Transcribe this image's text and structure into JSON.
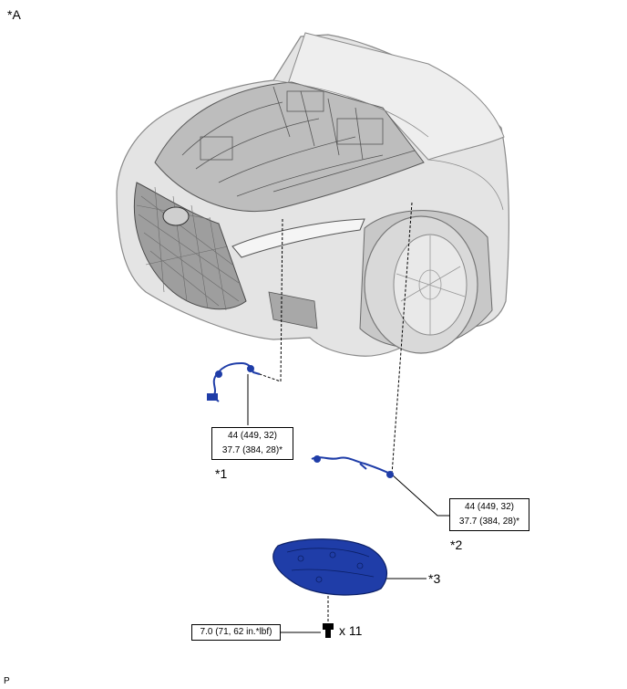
{
  "view_label": "*A",
  "callouts": {
    "c1": "*1",
    "c2": "*2",
    "c3": "*3"
  },
  "torque_1": {
    "line1": "44 (449, 32)",
    "line2": "37.7 (384, 28)*"
  },
  "torque_2": {
    "line1": "44 (449, 32)",
    "line2": "37.7 (384, 28)*"
  },
  "torque_3": {
    "line1": "7.0 (71, 62 in.*lbf)"
  },
  "bolt_qty": "x 11",
  "footer_mark": "P",
  "colors": {
    "part_blue": "#1f3da8",
    "line": "#000000",
    "car_grey": "#d6d6d6"
  }
}
